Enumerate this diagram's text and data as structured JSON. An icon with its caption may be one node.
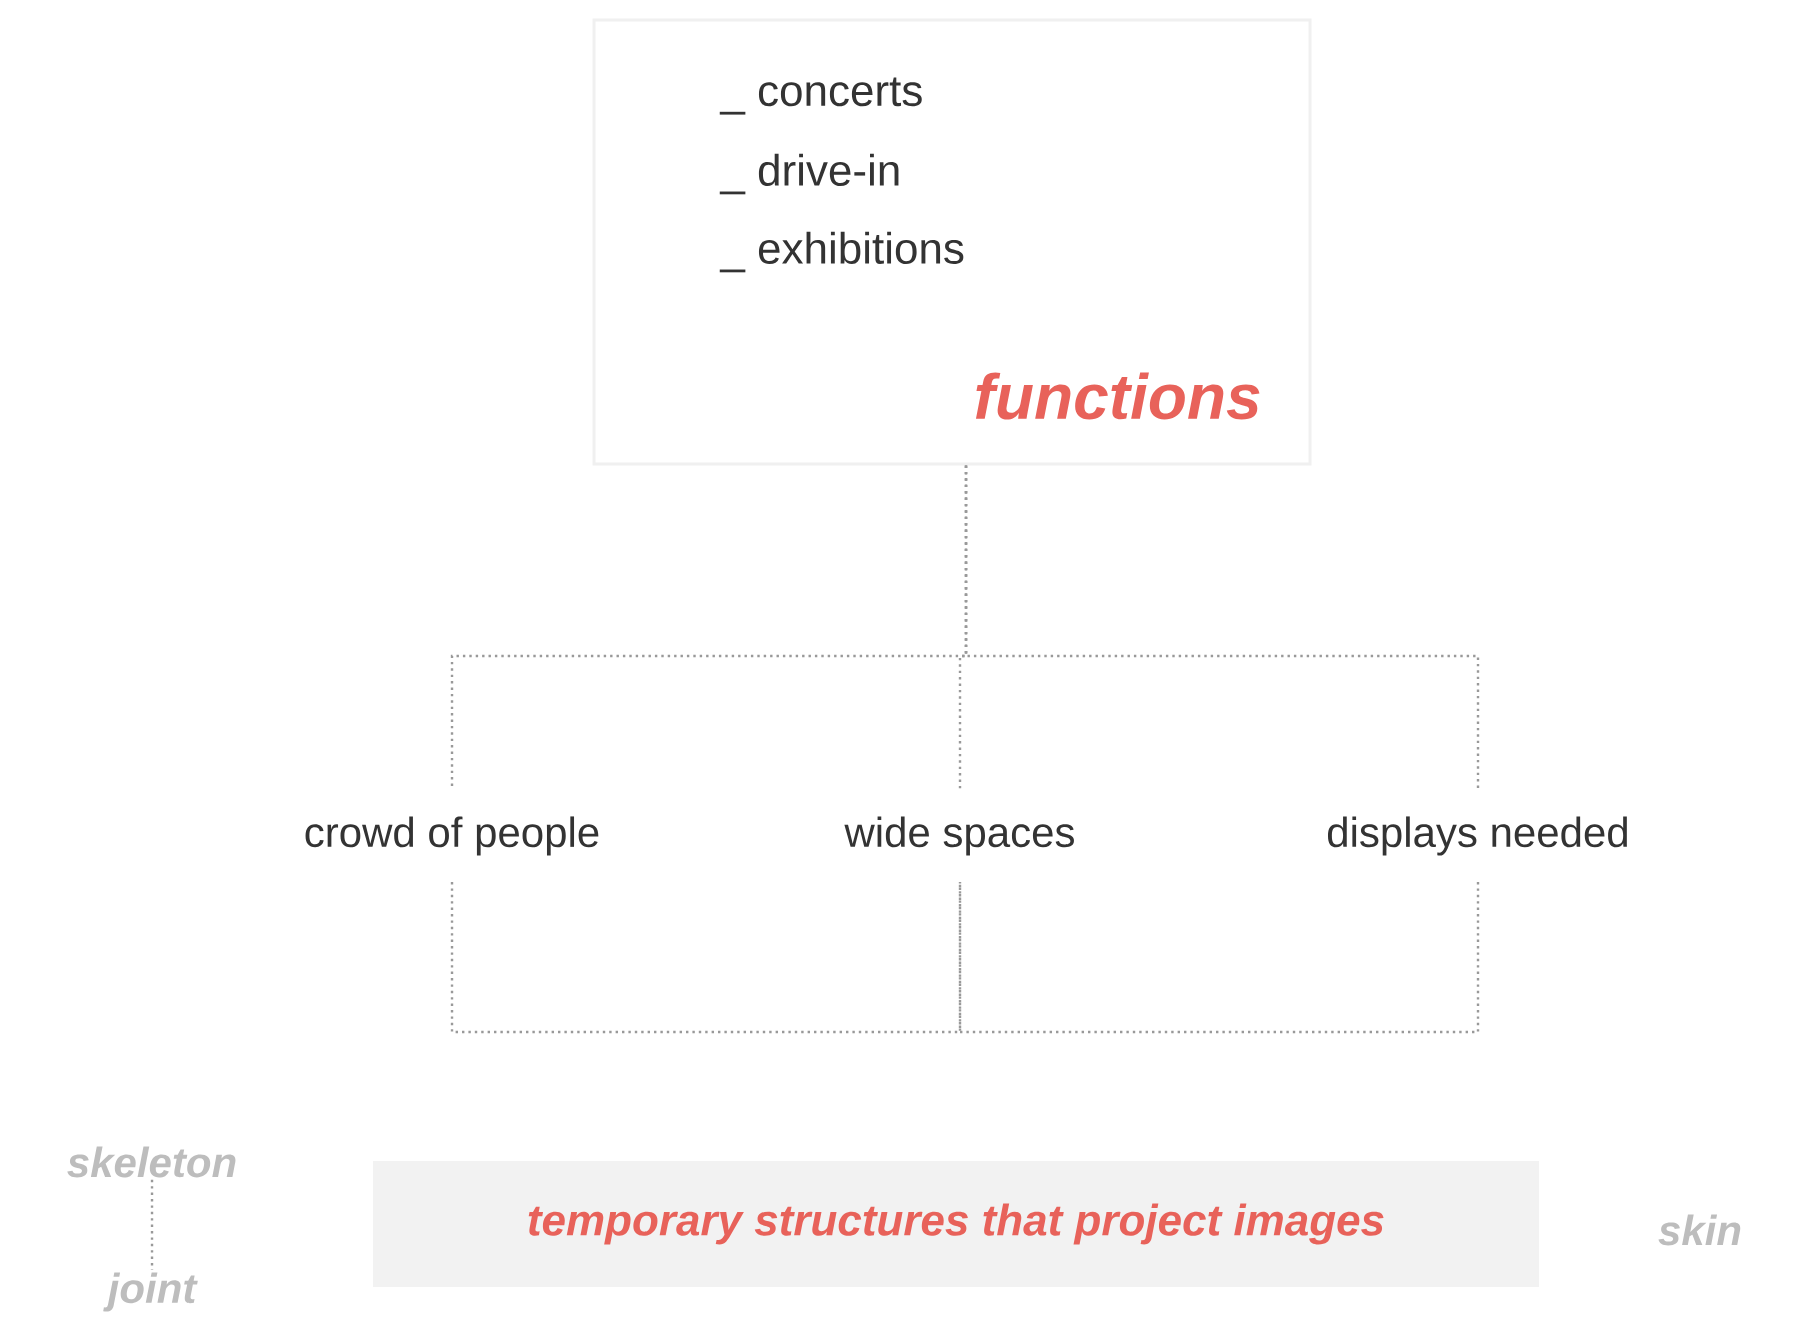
{
  "diagram": {
    "nodes": [
      {
        "text": [
          "_ concerts",
          "_ drive-in",
          "_ exhibitions",
          "functions"
        ]
      },
      {
        "text": [
          "crowd of people"
        ]
      },
      {
        "text": [
          "wide spaces"
        ]
      },
      {
        "text": [
          "displays needed"
        ]
      },
      {
        "text": [
          "temporary structures that project images"
        ]
      },
      {
        "text": [
          "skeleton"
        ]
      },
      {
        "text": [
          "joint"
        ]
      },
      {
        "text": [
          "skin"
        ]
      }
    ],
    "edges": [
      {
        "from": 0,
        "to": 1,
        "arrow": "none"
      },
      {
        "from": 0,
        "to": 2,
        "arrow": "none"
      },
      {
        "from": 0,
        "to": 3,
        "arrow": "none"
      },
      {
        "from": 1,
        "to": 2,
        "arrow": "none"
      },
      {
        "from": 3,
        "to": 2,
        "arrow": "none"
      },
      {
        "from": 5,
        "to": 6,
        "arrow": "none"
      }
    ]
  }
}
